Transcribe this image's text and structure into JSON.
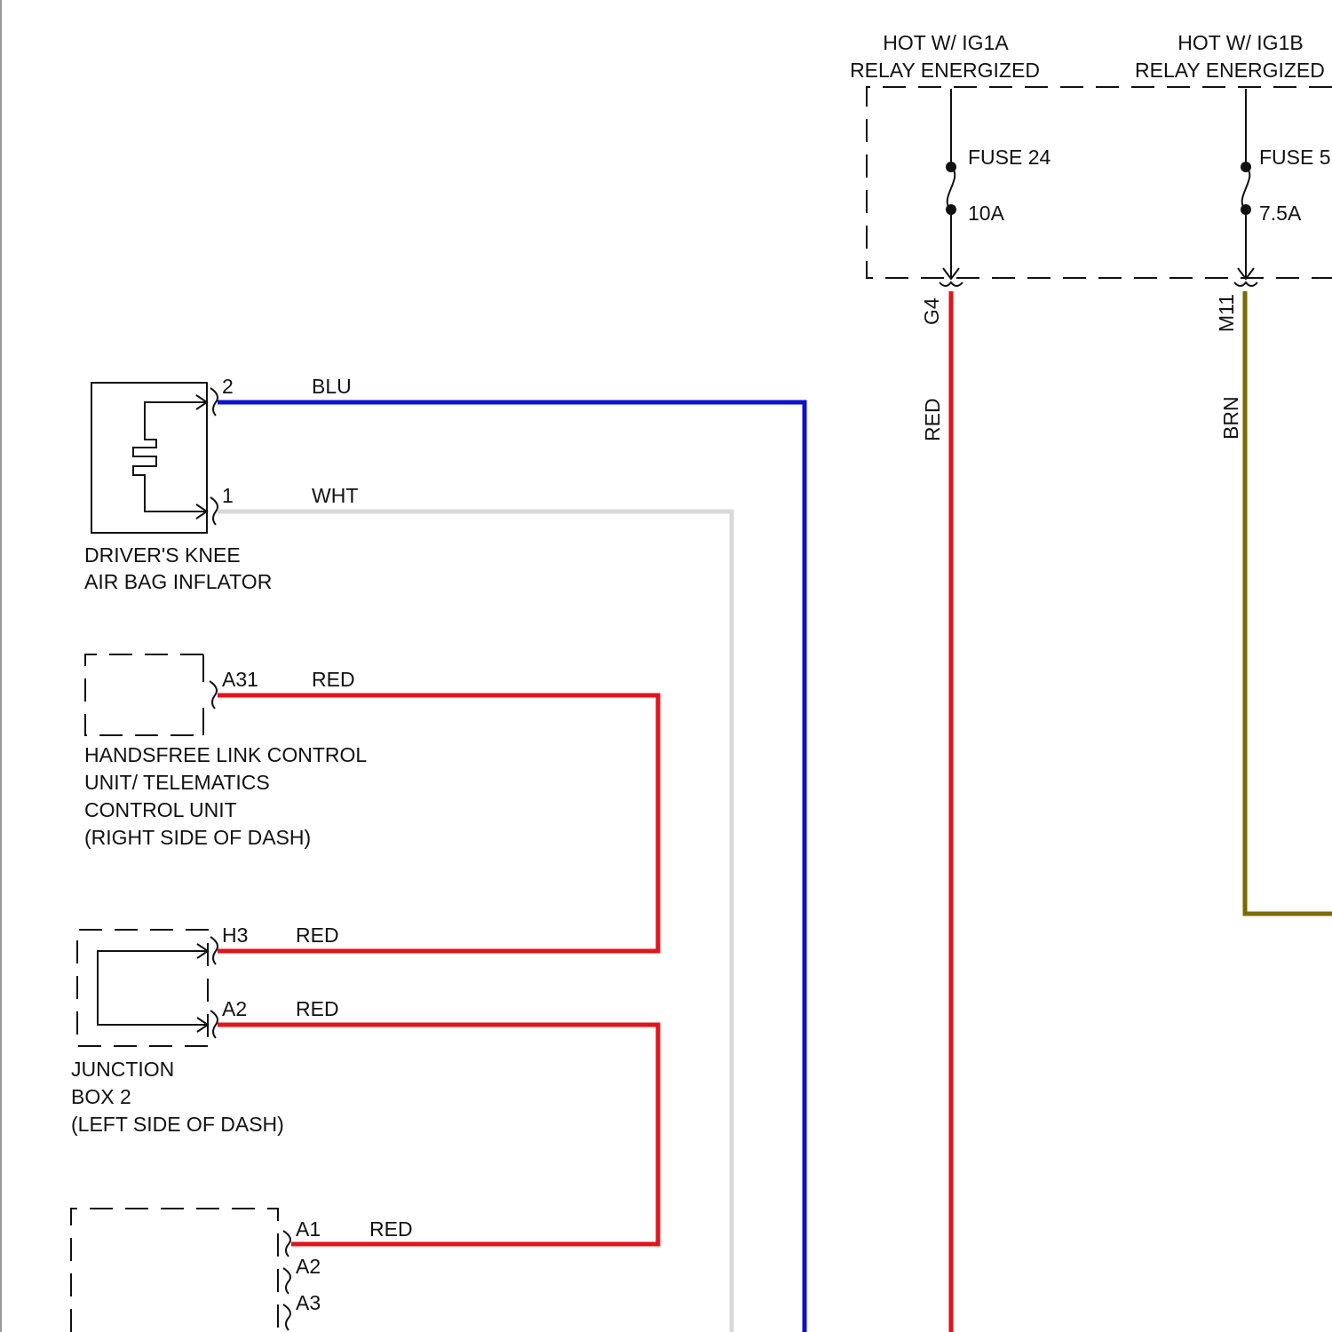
{
  "colors": {
    "blu": "#1010cc",
    "wht": "#d9d9d9",
    "red": "#e0141c",
    "brn": "#7a6a00",
    "ink": "#111111"
  },
  "power": {
    "ig1a_line1": "HOT W/ IG1A",
    "ig1a_line2": "RELAY ENERGIZED",
    "ig1b_line1": "HOT W/ IG1B",
    "ig1b_line2": "RELAY ENERGIZED",
    "fuse24_name": "FUSE 24",
    "fuse24_rating": "10A",
    "fuse5_name": "FUSE 5",
    "fuse5_rating": "7.5A",
    "g4_connector": "G4",
    "m11_connector": "M11",
    "g4_wire_color": "RED",
    "m11_wire_color": "BRN"
  },
  "knee_inflator": {
    "pin2": "2",
    "pin2_wire": "BLU",
    "pin1": "1",
    "pin1_wire": "WHT",
    "label_line1": "DRIVER'S KNEE",
    "label_line2": "AIR BAG INFLATOR"
  },
  "handsfree": {
    "pin": "A31",
    "wire": "RED",
    "label_line1": "HANDSFREE LINK CONTROL",
    "label_line2": "UNIT/ TELEMATICS",
    "label_line3": "CONTROL UNIT",
    "label_line4": "(RIGHT SIDE OF DASH)"
  },
  "junction_box": {
    "pin_h3": "H3",
    "pin_h3_wire": "RED",
    "pin_a2": "A2",
    "pin_a2_wire": "RED",
    "label_line1": "JUNCTION",
    "label_line2": "BOX 2",
    "label_line3": "(LEFT SIDE OF DASH)"
  },
  "bottom_module": {
    "pin_a1": "A1",
    "pin_a1_wire": "RED",
    "pin_a2": "A2",
    "pin_a3": "A3"
  }
}
